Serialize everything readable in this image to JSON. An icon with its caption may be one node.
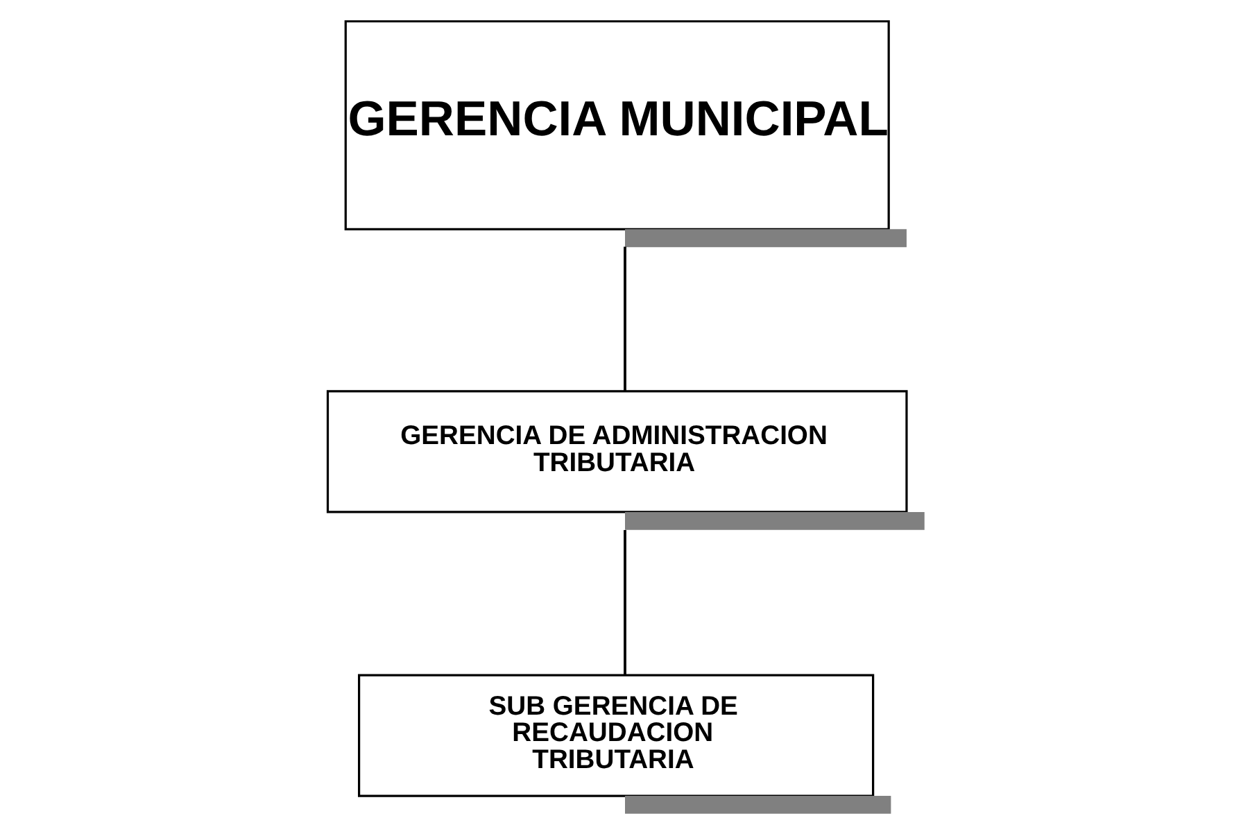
{
  "diagram": {
    "nodes": [
      {
        "text": [
          "GERENCIA MUNICIPAL"
        ]
      },
      {
        "text": [
          "GERENCIA DE ADMINISTRACION TRIBUTARIA"
        ]
      },
      {
        "text": [
          "SUB GERENCIA DE RECAUDACION TRIBUTARIA"
        ]
      }
    ],
    "edges": [
      {
        "from": 0,
        "to": 1,
        "arrow": "none"
      },
      {
        "from": 1,
        "to": 2,
        "arrow": "none"
      }
    ]
  }
}
